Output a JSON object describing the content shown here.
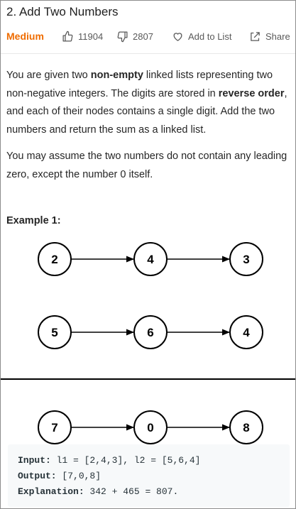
{
  "problem": {
    "title": "2. Add Two Numbers",
    "difficulty": "Medium",
    "likes": "11904",
    "dislikes": "2807",
    "add_to_list": "Add to List",
    "share": "Share"
  },
  "description": {
    "p1": [
      {
        "text": "You are given two ",
        "bold": false
      },
      {
        "text": "non-empty",
        "bold": true
      },
      {
        "text": " linked lists representing two non-negative integers. The digits are stored in ",
        "bold": false
      },
      {
        "text": "reverse order",
        "bold": true
      },
      {
        "text": ", and each of their nodes contains a single digit. Add the two numbers and return the sum as a linked list.",
        "bold": false
      }
    ],
    "p2": "You may assume the two numbers do not contain any leading zero, except the number 0 itself."
  },
  "example": {
    "heading": "Example 1:",
    "lists": [
      [
        "2",
        "4",
        "3"
      ],
      [
        "5",
        "6",
        "4"
      ],
      [
        "7",
        "0",
        "8"
      ]
    ],
    "input_label": "Input:",
    "input_value": " l1 = [2,4,3], l2 = [5,6,4]",
    "output_label": "Output:",
    "output_value": " [7,0,8]",
    "explanation_label": "Explanation:",
    "explanation_value": " 342 + 465 = 807."
  },
  "colors": {
    "difficulty_medium": "#ef6c00",
    "node_stroke": "#000000",
    "code_background": "#f7f9fa"
  },
  "icons": {
    "likes": "thumbs-up-icon",
    "dislikes": "thumbs-down-icon",
    "add_to_list": "heart-icon",
    "share": "share-icon"
  }
}
